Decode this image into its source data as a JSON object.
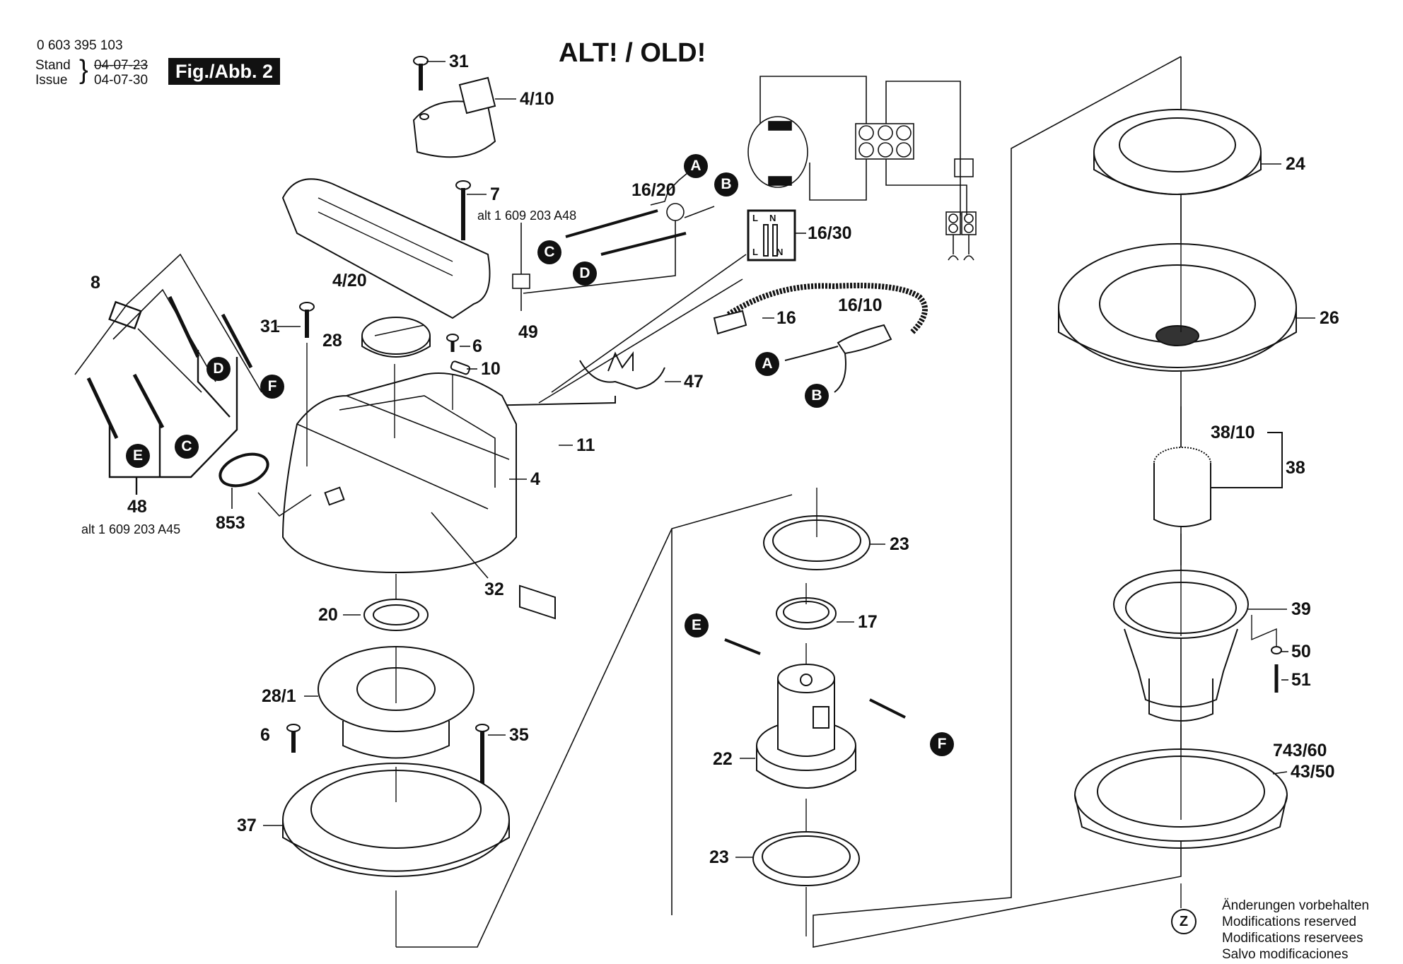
{
  "header": {
    "part_number": "0 603 395 103",
    "stand_label": "Stand",
    "issue_label": "Issue",
    "old_date": "04-07-23",
    "issue_date": "04-07-30",
    "figure_label": "Fig./Abb. 2",
    "title": "ALT! / OLD!"
  },
  "callouts": {
    "c31a": "31",
    "c4_10": "4/10",
    "c7": "7",
    "c16_20": "16/20",
    "c_alt48": "alt 1 609 203 A48",
    "c4_20": "4/20",
    "c16_30": "16/30",
    "c49": "49",
    "c8": "8",
    "c31b": "31",
    "c28": "28",
    "c6a": "6",
    "c10": "10",
    "c16": "16",
    "c16_10": "16/10",
    "c47": "47",
    "c11": "11",
    "c4": "4",
    "c48": "48",
    "c_alt45": "alt 1 609 203 A45",
    "c853": "853",
    "c32": "32",
    "c20": "20",
    "c28_1": "28/1",
    "c6b": "6",
    "c35": "35",
    "c37": "37",
    "c23a": "23",
    "c17": "17",
    "c22": "22",
    "c23b": "23",
    "c24": "24",
    "c26": "26",
    "c38_10": "38/10",
    "c38": "38",
    "c39": "39",
    "c50": "50",
    "c51": "51",
    "c743_60": "743/60",
    "c43_50": "43/50"
  },
  "connectors": {
    "A": "A",
    "B": "B",
    "C": "C",
    "D": "D",
    "E": "E",
    "F": "F",
    "Z": "Z"
  },
  "wiring_labels": {
    "L": "L",
    "N": "N"
  },
  "notes": [
    "Änderungen vorbehalten",
    "Modifications reserved",
    "Modifications reservees",
    "Salvo modificaciones"
  ]
}
